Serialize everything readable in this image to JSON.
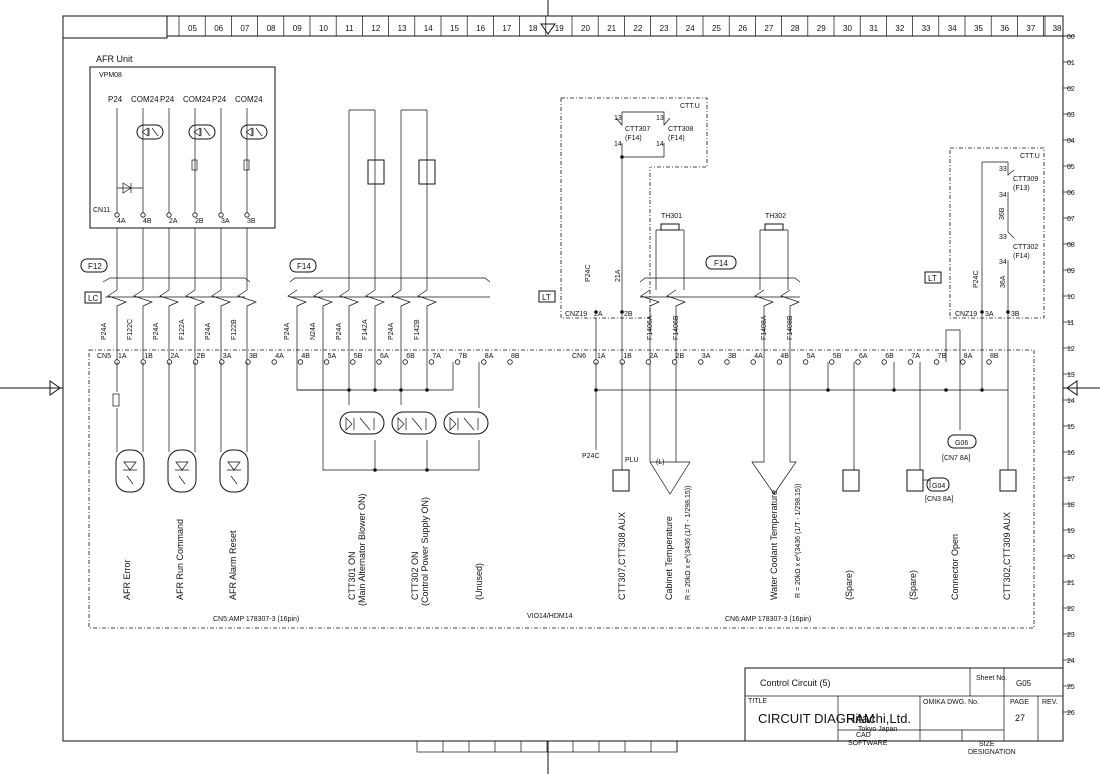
{
  "grid": {
    "top_cols": [
      "05",
      "06",
      "07",
      "08",
      "09",
      "10",
      "11",
      "12",
      "13",
      "14",
      "15",
      "16",
      "17",
      "18",
      "19",
      "20",
      "21",
      "22",
      "23",
      "24",
      "25",
      "26",
      "27",
      "28",
      "29",
      "30",
      "31",
      "32",
      "33",
      "34",
      "35",
      "36",
      "37",
      "38"
    ],
    "right_rows": [
      "00",
      "01",
      "02",
      "03",
      "04",
      "05",
      "06",
      "07",
      "08",
      "09",
      "10",
      "11",
      "12",
      "13",
      "14",
      "15",
      "16",
      "17",
      "18",
      "19",
      "20",
      "21",
      "22",
      "23",
      "24",
      "25",
      "26"
    ]
  },
  "afr_unit": {
    "title": "AFR Unit",
    "board": "VPM08",
    "top_terms": [
      "P24",
      "COM24",
      "P24",
      "COM24",
      "P24",
      "COM24"
    ],
    "connector": "CN11",
    "pins": [
      "4A",
      "4B",
      "2A",
      "2B",
      "3A",
      "3B"
    ]
  },
  "ctt_u_1": {
    "title": "CTT.U",
    "contacts": [
      {
        "top": "13",
        "bot": "14",
        "name": "CTT307",
        "sub": "(F14)"
      },
      {
        "top": "13",
        "bot": "14",
        "name": "CTT308",
        "sub": "(F14)"
      }
    ],
    "wire_labels": [
      "P24C",
      "21A"
    ],
    "connector": "CNZ19",
    "pins": [
      "2A",
      "2B"
    ]
  },
  "ctt_u_2": {
    "title": "CTT.U",
    "contacts": [
      {
        "top": "33",
        "bot": "34",
        "name": "CTT309",
        "sub": "(F13)"
      },
      {
        "top": "33",
        "bot": "34",
        "name": "CTT302",
        "sub": "(F14)"
      }
    ],
    "mid_label": "36B",
    "wire_labels": [
      "P24C",
      "36A"
    ],
    "connector": "CNZ19",
    "pins": [
      "3A",
      "3B"
    ]
  },
  "sensors": [
    {
      "name": "TH301",
      "label": "(L)"
    },
    {
      "name": "TH302",
      "label": ""
    }
  ],
  "frame_tags": {
    "f12": "F12",
    "f14a": "F14",
    "f14b": "F14",
    "lc": "LC",
    "lt1": "LT",
    "lt2": "LT"
  },
  "wires": {
    "cn5": [
      "P24A",
      "F122C",
      "P24A",
      "F122A",
      "P24A",
      "F122B"
    ],
    "cn5b": [
      "P24A",
      "N24A",
      "P24A",
      "F142A",
      "P24A",
      "F142B"
    ],
    "cn6": [
      "F1406A",
      "F1406B",
      "F1408A",
      "F1408B"
    ]
  },
  "cn5": {
    "name": "CN5",
    "pins": [
      "1A",
      "1B",
      "2A",
      "2B",
      "3A",
      "3B",
      "4A",
      "4B",
      "5A",
      "5B",
      "6A",
      "6B",
      "7A",
      "7B",
      "8A",
      "8B"
    ]
  },
  "cn6": {
    "name": "CN6",
    "pins": [
      "1A",
      "1B",
      "2A",
      "2B",
      "3A",
      "3B",
      "4A",
      "4B",
      "5A",
      "5B",
      "6A",
      "6B",
      "7A",
      "7B",
      "8A",
      "8B"
    ]
  },
  "misc_labels": {
    "p24c": "P24C",
    "plu": "PLU",
    "g06": "G06",
    "g06_ref": "[CN7 8A]",
    "g04": "G04",
    "g04_ref": "[CN3 8A]"
  },
  "function_labels": [
    {
      "l1": "AFR Error",
      "l2": ""
    },
    {
      "l1": "AFR Run Command",
      "l2": ""
    },
    {
      "l1": "AFR Alarm Reset",
      "l2": ""
    },
    {
      "l1": "CTT301 ON",
      "l2": "(Main Alternator Blower ON)"
    },
    {
      "l1": "CTT302 ON",
      "l2": "(Control Power Supply ON)"
    },
    {
      "l1": "(Unused)",
      "l2": ""
    },
    {
      "l1": "CTT307,CTT308 AUX",
      "l2": ""
    },
    {
      "l1": "Cabinet Temperature",
      "l2": ""
    },
    {
      "l1": "Water Coolant Temperature",
      "l2": ""
    },
    {
      "l1": "(Spare)",
      "l2": ""
    },
    {
      "l1": "(Spare)",
      "l2": ""
    },
    {
      "l1": "Connector Open",
      "l2": ""
    },
    {
      "l1": "CTT302,CTT309 AUX",
      "l2": ""
    }
  ],
  "formulas": {
    "cabinet": "R = 20kΩ x e^(3436 (1/T - 1/298.15))",
    "coolant": "R = 20kΩ x e^(3436 (1/T - 1/298.15))"
  },
  "board_labels": {
    "cn5": "CN5:AMP 178307-3 (16pin)",
    "board": "VIO14/HDM14",
    "cn6": "CN6:AMP 178307-3 (16pin)"
  },
  "title_block": {
    "subtitle": "Control Circuit (5)",
    "sheet_label": "Sheet No.",
    "sheet_no": "G05",
    "title_caption": "TITLE",
    "title": "CIRCUIT DIAGRAM",
    "company": "Hitachi,Ltd.",
    "location": "Tokyo Japan",
    "dwg_caption": "OMIKA DWG. No.",
    "page_caption": "PAGE",
    "page": "27",
    "rev_caption": "REV.",
    "cad": "CAD",
    "software": "SOFTWARE",
    "size": "SIZE",
    "designation": "DESIGNATION"
  }
}
